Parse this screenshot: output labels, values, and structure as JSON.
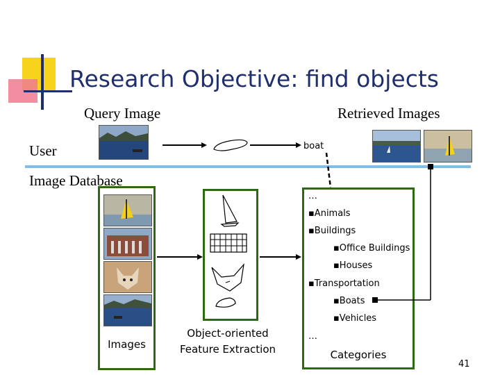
{
  "slide": {
    "title": "Research Objective: find objects",
    "query_image_label": "Query Image",
    "retrieved_images_label": "Retrieved Images",
    "user_label": "User",
    "image_database_label": "Image Database",
    "boat_tag": "boat",
    "images_label": "Images",
    "feature_extraction_label": "Object-oriented Feature Extraction",
    "categories_label": "Categories",
    "page_number": "41"
  },
  "categories": {
    "ellipsis_top": "…",
    "items": [
      {
        "text": "▪Animals",
        "level": 1
      },
      {
        "text": "▪Buildings",
        "level": 1
      },
      {
        "text": "▪Office Buildings",
        "level": 2
      },
      {
        "text": "▪Houses",
        "level": 2
      },
      {
        "text": "▪Transportation",
        "level": 1
      },
      {
        "text": "▪Boats",
        "level": 2
      },
      {
        "text": "▪Vehicles",
        "level": 2
      }
    ],
    "ellipsis_bottom": "…"
  },
  "colors": {
    "title": "#1f2f6e",
    "box_border": "#2b6a12",
    "divider": "#7fbfe6",
    "logo_yellow": "#f7d31b",
    "logo_pink": "#f07a8f"
  }
}
